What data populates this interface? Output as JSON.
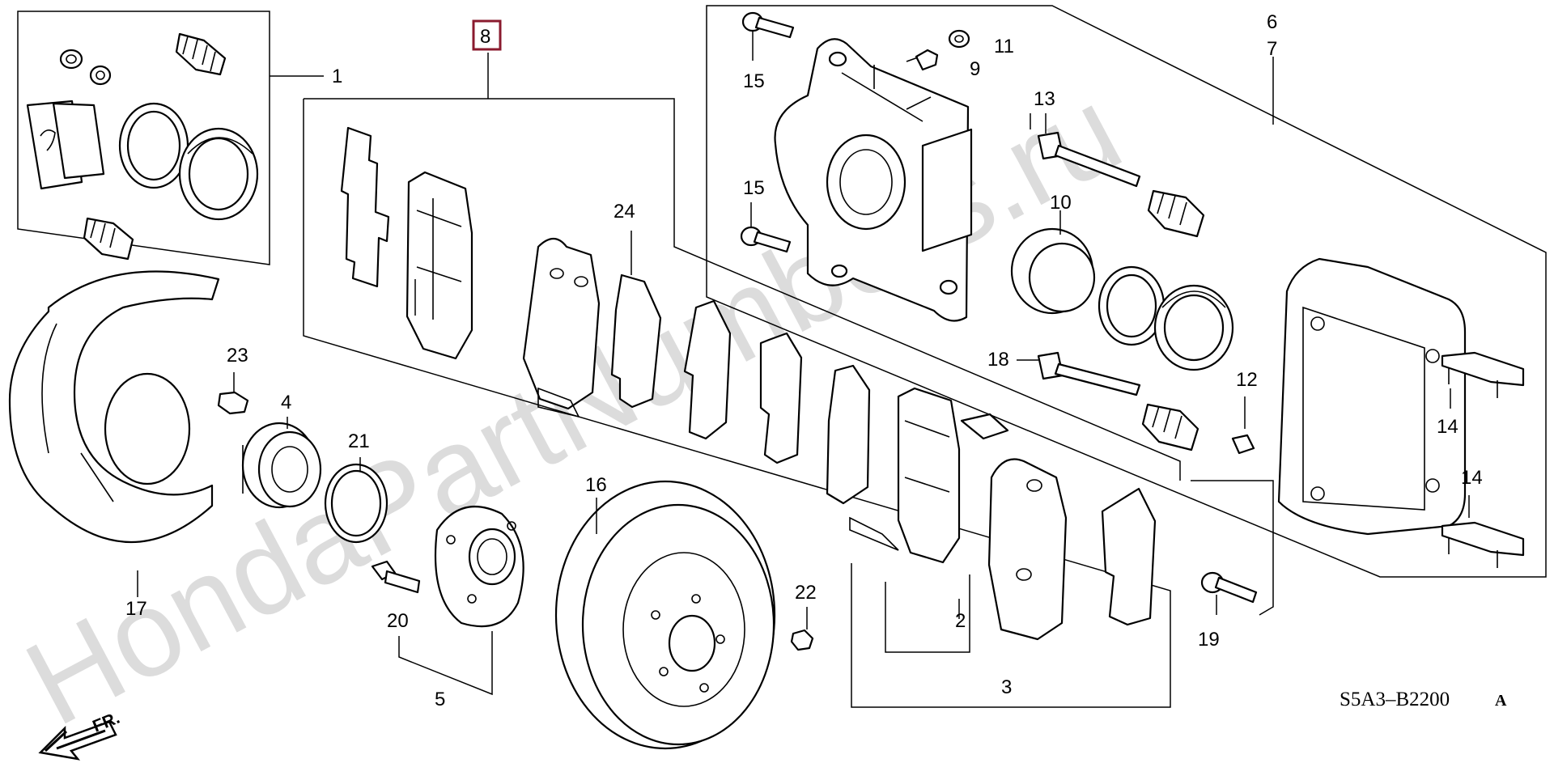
{
  "diagram": {
    "code": "S5A3–B2200",
    "code_suffix": "A",
    "watermark": "HondaPartNumbers.ru",
    "front_marker": "FR.",
    "highlight_color": "#8a1a2e",
    "labels": {
      "p1": "1",
      "p2": "2",
      "p3": "3",
      "p4": "4",
      "p5": "5",
      "p6": "6",
      "p7": "7",
      "p8": "8",
      "p9": "9",
      "p10": "10",
      "p11": "11",
      "p12": "12",
      "p13": "13",
      "p14a": "14",
      "p14b": "14",
      "p15a": "15",
      "p15b": "15",
      "p16": "16",
      "p17": "17",
      "p18": "18",
      "p19": "19",
      "p20": "20",
      "p21": "21",
      "p22": "22",
      "p23": "23",
      "p24": "24"
    }
  }
}
